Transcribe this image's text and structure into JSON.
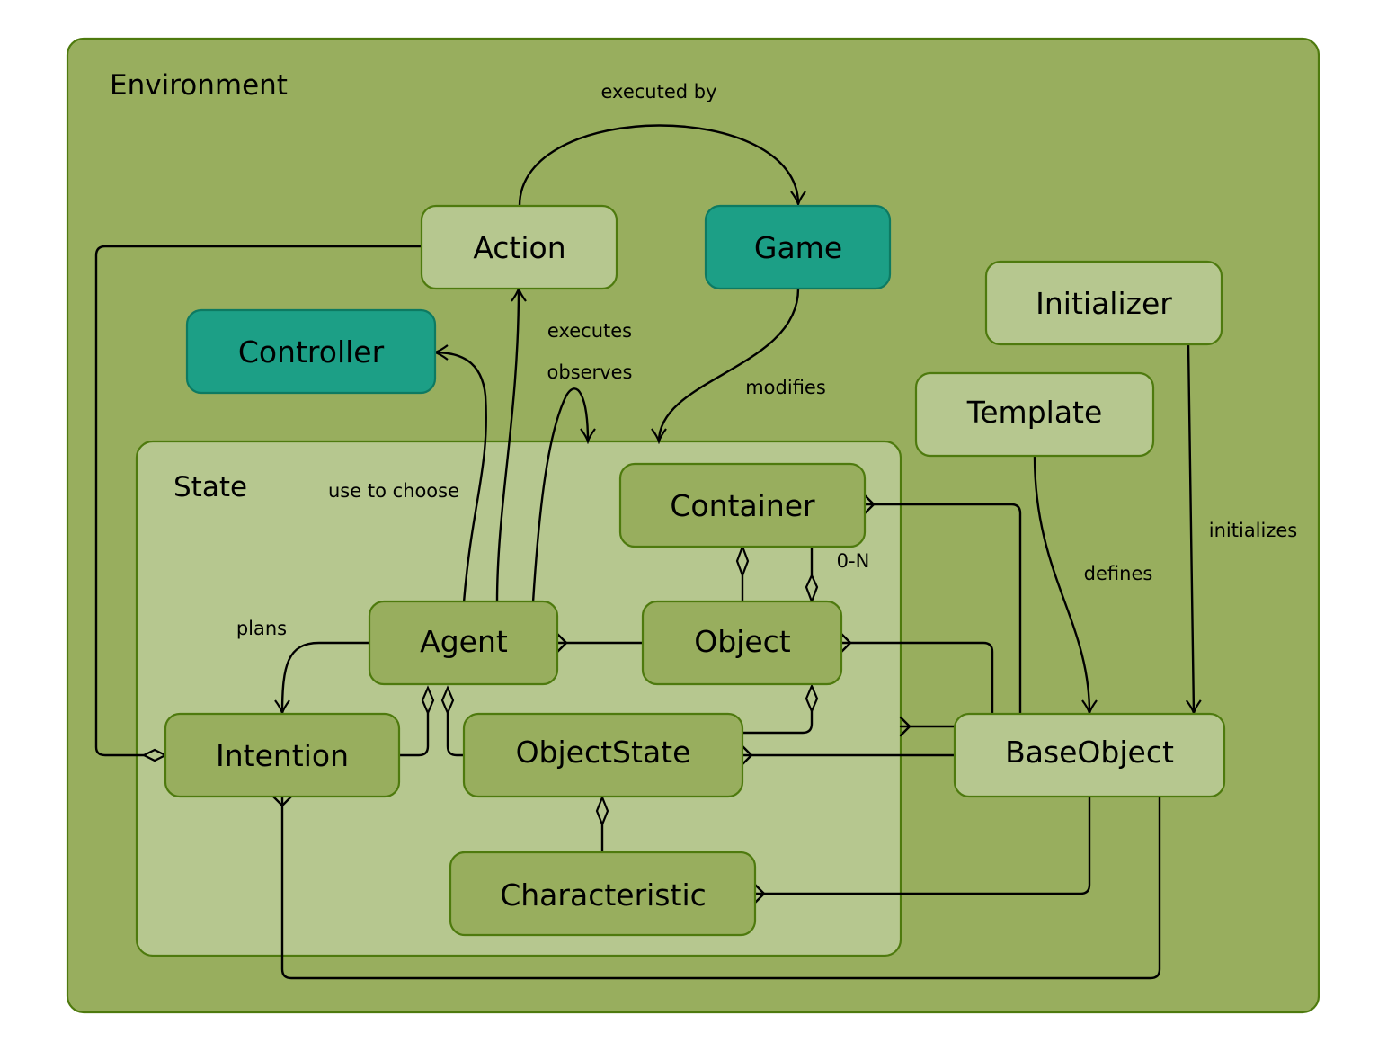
{
  "colors": {
    "environment_fill": "#98ae5e",
    "state_fill": "#b6c78f",
    "node_light": "#b6c78f",
    "node_dark": "#98ae5e",
    "node_teal": "#1c9f86",
    "border_green": "#4e7a0e",
    "border_teal": "#0d7a62",
    "line": "#000000"
  },
  "groups": {
    "environment": "Environment",
    "state": "State"
  },
  "nodes": {
    "action": "Action",
    "game": "Game",
    "controller": "Controller",
    "initializer": "Initializer",
    "template": "Template",
    "container": "Container",
    "agent": "Agent",
    "object": "Object",
    "intention": "Intention",
    "objectstate": "ObjectState",
    "baseobject": "BaseObject",
    "characteristic": "Characteristic"
  },
  "edge_labels": {
    "executed_by": "executed by",
    "executes": "executes",
    "observes": "observes",
    "modifies": "modifies",
    "use_to_choose": "use to choose",
    "plans": "plans",
    "zero_n": "0-N",
    "defines": "defines",
    "initializes": "initializes"
  }
}
